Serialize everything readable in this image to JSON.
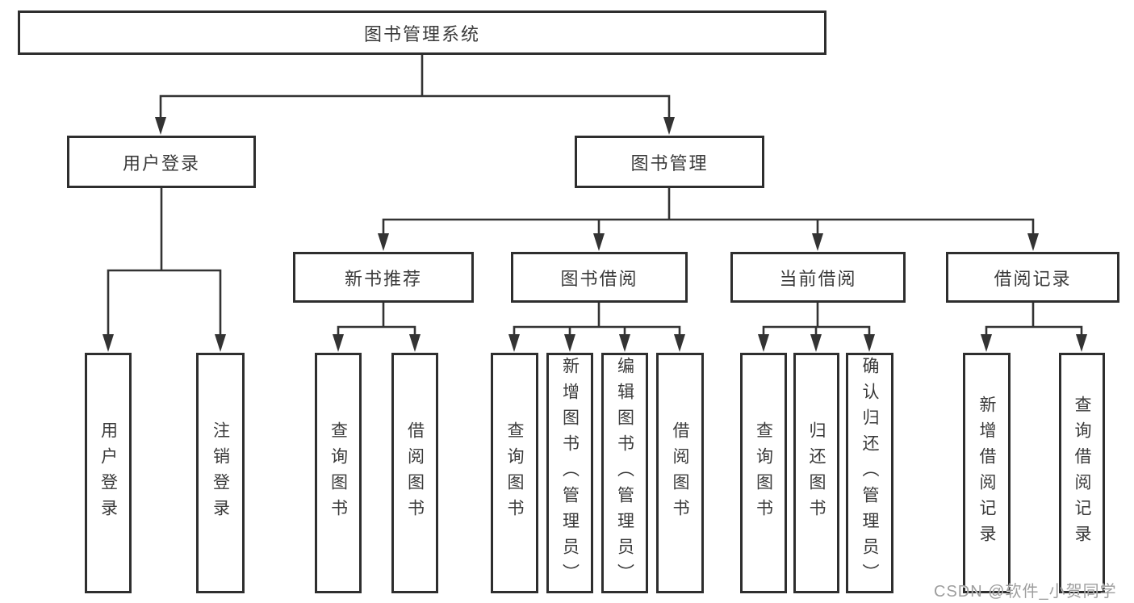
{
  "page": {
    "background": "#ffffff"
  },
  "colors": {
    "line": "#333333",
    "box_border": "#2e2e2e",
    "box_fill": "#ffffff",
    "text": "#3a3a3a",
    "watermark": "#9e9e9e"
  },
  "nodes": {
    "root": "图书管理系统",
    "userLogin": {
      "label": "用户登录",
      "children": {
        "login": "用户登录",
        "logout": "注销登录"
      }
    },
    "bookMgmt": {
      "label": "图书管理",
      "groups": {
        "recommend": {
          "label": "新书推荐",
          "children": {
            "query": "查询图书",
            "borrow": "借阅图书"
          }
        },
        "borrow": {
          "label": "图书借阅",
          "children": {
            "query": "查询图书",
            "add": "新增图书（管理员）",
            "edit": "编辑图书（管理员）",
            "borrow": "借阅图书"
          }
        },
        "current": {
          "label": "当前借阅",
          "children": {
            "query": "查询图书",
            "return": "归还图书",
            "confirm": "确认归还（管理员）"
          }
        },
        "records": {
          "label": "借阅记录",
          "children": {
            "add": "新增借阅记录",
            "query": "查询借阅记录"
          }
        }
      }
    }
  },
  "watermark": "CSDN @软件_小贺同学"
}
